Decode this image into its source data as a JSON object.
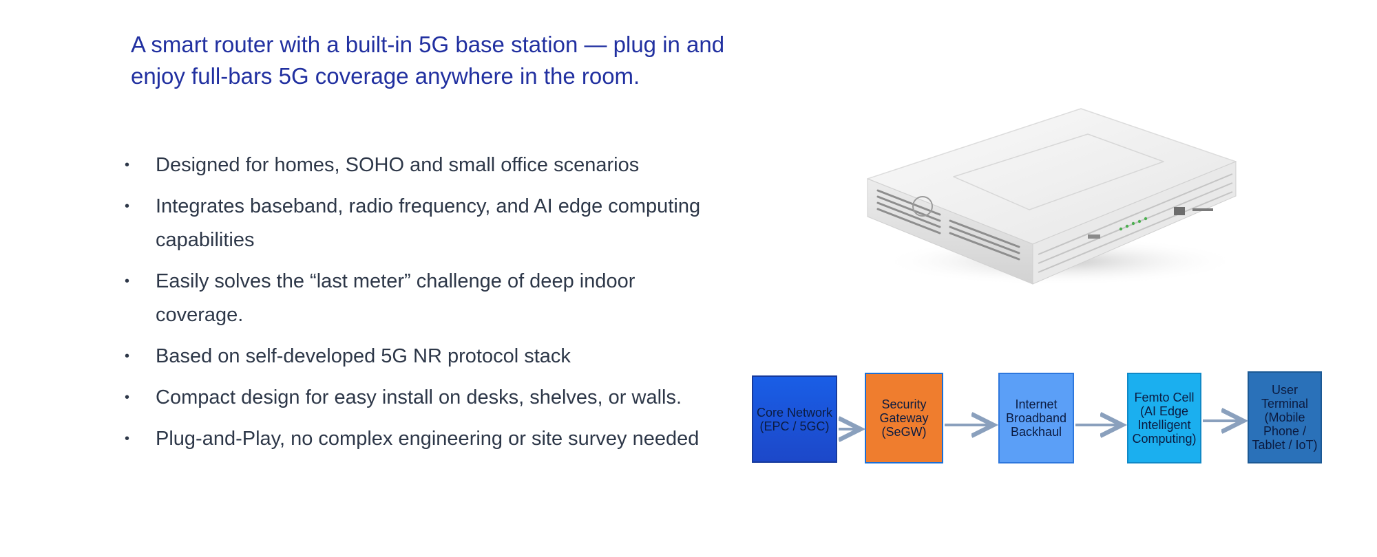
{
  "headline": "A smart router with a built-in 5G base station — plug in and enjoy full-bars 5G coverage anywhere in the room.",
  "bullets": [
    "Designed for homes, SOHO and small office scenarios",
    "Integrates baseband, radio frequency, and AI edge computing capabilities",
    "Easily solves the “last meter” challenge of deep indoor coverage.",
    "Based on self-developed 5G NR protocol stack",
    "Compact design for easy install on desks, shelves, or walls.",
    "Plug-and-Play, no complex engineering or site survey needed"
  ],
  "bullet_glyph": "•",
  "flow": [
    {
      "label": "Core Network (EPC / 5GC)",
      "color": "#1c52d6"
    },
    {
      "label": "Security Gateway (SeGW)",
      "color": "#ef7d2e"
    },
    {
      "label": "Internet Broadband Backhaul",
      "color": "#5b9ff7"
    },
    {
      "label": "Femto Cell (AI Edge Intelligent Computing)",
      "color": "#1bafef"
    },
    {
      "label": "User Terminal (Mobile Phone / Tablet / IoT)",
      "color": "#2a71b9"
    }
  ],
  "colors": {
    "headline": "#2130a0",
    "body_text": "#2d3748",
    "arrow": "#8aa0bd"
  },
  "image": {
    "icon": "router-device-icon"
  }
}
